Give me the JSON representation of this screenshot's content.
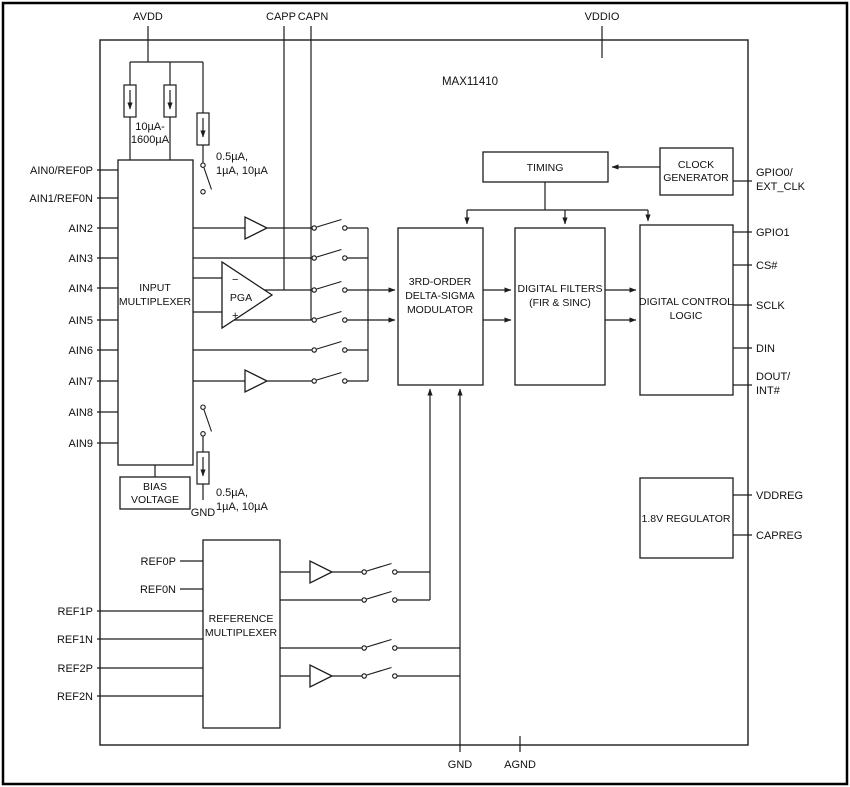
{
  "colors": {
    "line": "#1c1c1c",
    "background": "#ffffff"
  },
  "chip": {
    "title": "MAX11410"
  },
  "pins": {
    "top": {
      "avdd": "AVDD",
      "capp": "CAPP",
      "capn": "CAPN",
      "vddio": "VDDIO"
    },
    "left_analog": [
      "AIN0/REF0P",
      "AIN1/REF0N",
      "AIN2",
      "AIN3",
      "AIN4",
      "AIN5",
      "AIN6",
      "AIN7",
      "AIN8",
      "AIN9"
    ],
    "left_ref": [
      "REF1P",
      "REF1N",
      "REF2P",
      "REF2N"
    ],
    "right": {
      "gpio0_l1": "GPIO0/",
      "gpio0_l2": "EXT_CLK",
      "gpio1": "GPIO1",
      "cs": "CS#",
      "sclk": "SCLK",
      "din": "DIN",
      "dout_l1": "DOUT/",
      "dout_l2": "INT#",
      "vddreg": "VDDREG",
      "capreg": "CAPREG"
    },
    "bottom": {
      "gnd": "GND",
      "agnd": "AGND"
    }
  },
  "blocks": {
    "input_mux": [
      "INPUT",
      "MULTIPLEXER"
    ],
    "bias": [
      "BIAS",
      "VOLTAGE"
    ],
    "pga": {
      "label": "PGA",
      "minus": "−",
      "plus": "+"
    },
    "timing": "TIMING",
    "clock_gen": [
      "CLOCK",
      "GENERATOR"
    ],
    "modulator": [
      "3RD-ORDER",
      "DELTA-SIGMA",
      "MODULATOR"
    ],
    "filters": [
      "DIGITAL FILTERS",
      "(FIR & SINC)"
    ],
    "control_logic": [
      "DIGITAL CONTROL",
      "LOGIC"
    ],
    "regulator": "1.8V REGULATOR",
    "ref_mux": [
      "REFERENCE",
      "MULTIPLEXER"
    ]
  },
  "annotations": {
    "bias_current_range": [
      "10µA-",
      "1600µA"
    ],
    "burnout_current_top": [
      "0.5µA,",
      "1µA, 10µA"
    ],
    "burnout_current_bottom": [
      "0.5µA,",
      "1µA, 10µA"
    ],
    "internal_gnd": "GND",
    "ref0p": "REF0P",
    "ref0n": "REF0N"
  }
}
